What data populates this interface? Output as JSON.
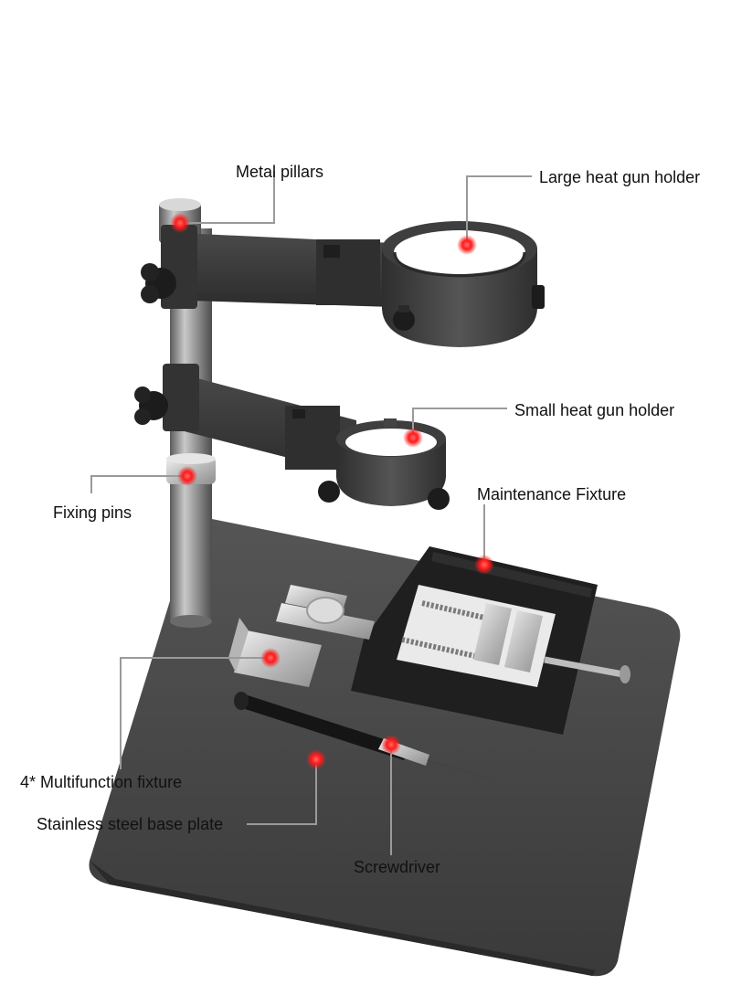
{
  "colors": {
    "background": "#ffffff",
    "metal_dark": "#3a3a3a",
    "base_plate": "#4a4a4a",
    "pillar_steel": "#8c8c8c",
    "leader_line": "#9a9a9a",
    "marker_red": "#ff1a1a",
    "text": "#111111"
  },
  "callouts": [
    {
      "id": "metal-pillars",
      "text": "Metal pillars"
    },
    {
      "id": "large-heat-gun-holder",
      "text": "Large heat gun holder"
    },
    {
      "id": "small-heat-gun-holder",
      "text": "Small heat gun holder"
    },
    {
      "id": "fixing-pins",
      "text": "Fixing pins"
    },
    {
      "id": "maintenance-fixture",
      "text": "Maintenance Fixture"
    },
    {
      "id": "multifunction-fixture",
      "text": "4* Multifunction fixture"
    },
    {
      "id": "base-plate",
      "text": "Stainless steel base plate"
    },
    {
      "id": "screwdriver",
      "text": "Screwdriver"
    }
  ]
}
